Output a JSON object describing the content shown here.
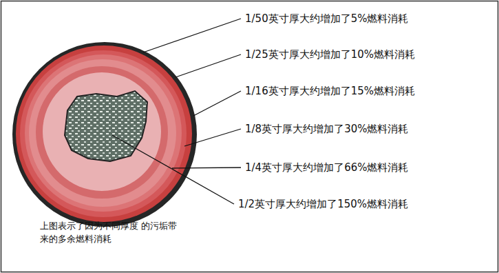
{
  "diagram": {
    "caption": "上图表示了因为不同厚度 的污垢带来的多余燃料消耗",
    "labels": [
      "1/50英寸厚大约增加了5%燃料消耗",
      "1/25英寸厚大约增加了10%燃料消耗",
      "1/16英寸厚大约增加了15%燃料消耗",
      "1/8英寸厚大约增加了30%燃料消耗",
      "1/4英寸厚大约增加了66%燃料消耗",
      "1/2英寸厚大约增加了150%燃料消耗"
    ]
  }
}
